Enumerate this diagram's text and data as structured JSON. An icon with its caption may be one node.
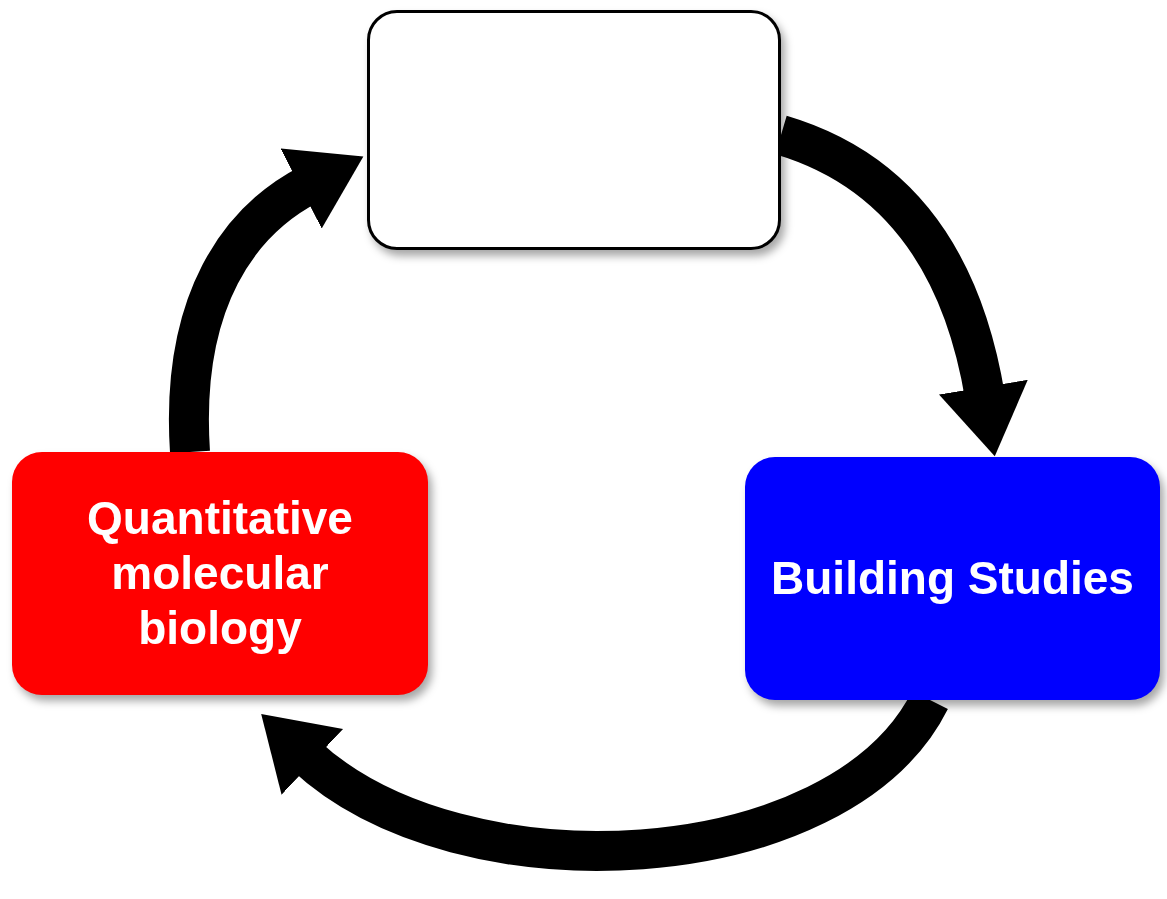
{
  "diagram": {
    "nodes": [
      {
        "text": [],
        "shape": "box"
      },
      {
        "text": [
          "Building Studies"
        ]
      },
      {
        "text": [
          "Quantitative molecular biology"
        ]
      }
    ],
    "edges": [
      {
        "from": 0,
        "to": 1,
        "arrow": "to"
      },
      {
        "from": 1,
        "to": 2,
        "arrow": "to"
      },
      {
        "from": 2,
        "to": 0,
        "arrow": "to"
      }
    ]
  }
}
